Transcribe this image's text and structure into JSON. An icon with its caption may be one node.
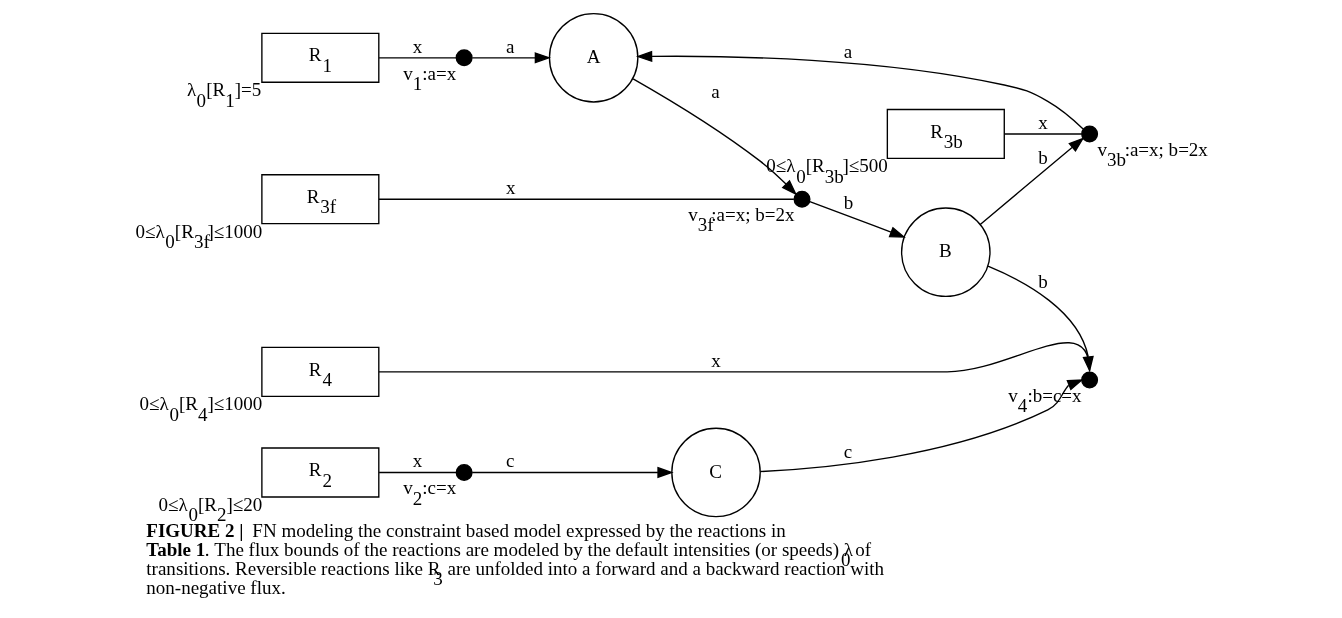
{
  "diagram": {
    "caption": "**FIGURE 2 |** FN modeling the constraint based model expressed by the reactions in **Table 1**. The flux bounds of the reactions are modeled by the default intensities (or speeds) λ$_{0}$ of transitions. Reversible reactions like R$_{3}$ are unfolded into a forward and a backward reaction with non-negative flux.",
    "nodes": [
      {
        "text": [
          "R$_{1}$"
        ],
        "beside": [
          "λ$_{0}$[R$_{1}$]=5"
        ]
      },
      {
        "text": [
          "v$_{1}$:a=x"
        ]
      },
      {
        "text": [
          "A"
        ]
      },
      {
        "text": [
          "v$_{3f}$:a=x; b=2x"
        ]
      },
      {
        "text": [
          "R$_{3f}$"
        ],
        "beside": [
          "0≤λ$_{0}$[R$_{3f}$]≤1000"
        ]
      },
      {
        "text": [
          "B"
        ]
      },
      {
        "text": [
          "v$_{3b}$:a=x; b=2x"
        ]
      },
      {
        "text": [
          "R$_{3b}$"
        ],
        "beside": [
          "0≤λ$_{0}$[R$_{3b}$]≤500"
        ]
      },
      {
        "text": [
          "R$_{4}$"
        ],
        "beside": [
          "0≤λ$_{0}$[R$_{4}$]≤1000"
        ]
      },
      {
        "text": [
          "v$_{4}$:b=c=x"
        ]
      },
      {
        "text": [
          "R$_{2}$"
        ],
        "beside": [
          "0≤λ$_{0}$[R$_{2}$]≤20"
        ]
      },
      {
        "text": [
          "v$_{2}$:c=x"
        ]
      },
      {
        "text": [
          "C"
        ]
      }
    ],
    "edges": [
      {
        "from": 0,
        "to": 1,
        "arrow": "none",
        "label": "x"
      },
      {
        "from": 1,
        "to": 2,
        "arrow": "to",
        "label": "a"
      },
      {
        "from": 2,
        "to": 3,
        "arrow": "to",
        "label": "a"
      },
      {
        "from": 4,
        "to": 3,
        "arrow": "none",
        "label": "x"
      },
      {
        "from": 3,
        "to": 5,
        "arrow": "to",
        "label": "b"
      },
      {
        "from": 5,
        "to": 6,
        "arrow": "to",
        "label": "b"
      },
      {
        "from": 6,
        "to": 2,
        "arrow": "to",
        "label": "a"
      },
      {
        "from": 7,
        "to": 6,
        "arrow": "none",
        "label": "x"
      },
      {
        "from": 5,
        "to": 9,
        "arrow": "to",
        "label": "b"
      },
      {
        "from": 8,
        "to": 9,
        "arrow": "none",
        "label": "x"
      },
      {
        "from": 12,
        "to": 9,
        "arrow": "to",
        "label": "c"
      },
      {
        "from": 10,
        "to": 11,
        "arrow": "none",
        "label": "x"
      },
      {
        "from": 11,
        "to": 12,
        "arrow": "to",
        "label": "c"
      }
    ]
  }
}
